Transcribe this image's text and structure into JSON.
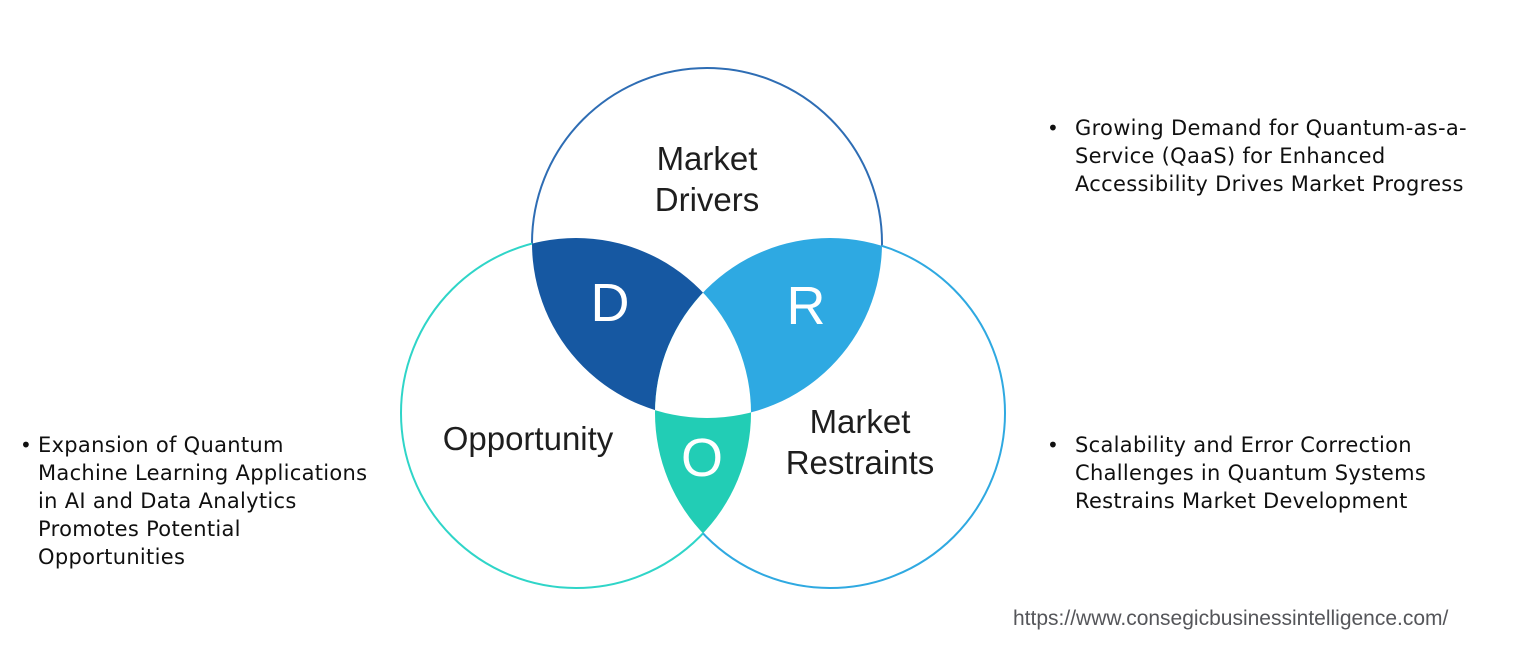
{
  "venn": {
    "circles": {
      "drivers": {
        "label": "Market\nDrivers",
        "letter": "D",
        "stroke": "#2E6DB4"
      },
      "opportunity": {
        "label": "Opportunity",
        "letter": "O",
        "stroke": "#2FD5C8"
      },
      "restraints": {
        "label": "Market\nRestraints",
        "letter": "R",
        "stroke": "#2FA9E1"
      }
    },
    "regions": {
      "d_fill": "#1658A2",
      "r_fill": "#2EA9E2",
      "o_fill": "#22CDB5",
      "center_fill": "#FFFFFF"
    }
  },
  "notes": {
    "bullet_char": "•",
    "driver": "Growing Demand for Quantum-as-a-\nService (QaaS) for Enhanced\nAccessibility Drives Market Progress",
    "opportunity": "Expansion of Quantum\nMachine Learning Applications\nin AI and Data Analytics\nPromotes Potential\nOpportunities",
    "restraint": "Scalability and Error Correction\nChallenges in Quantum Systems\nRestrains Market Development"
  },
  "footer": {
    "url": "https://www.consegicbusinessintelligence.com/"
  }
}
